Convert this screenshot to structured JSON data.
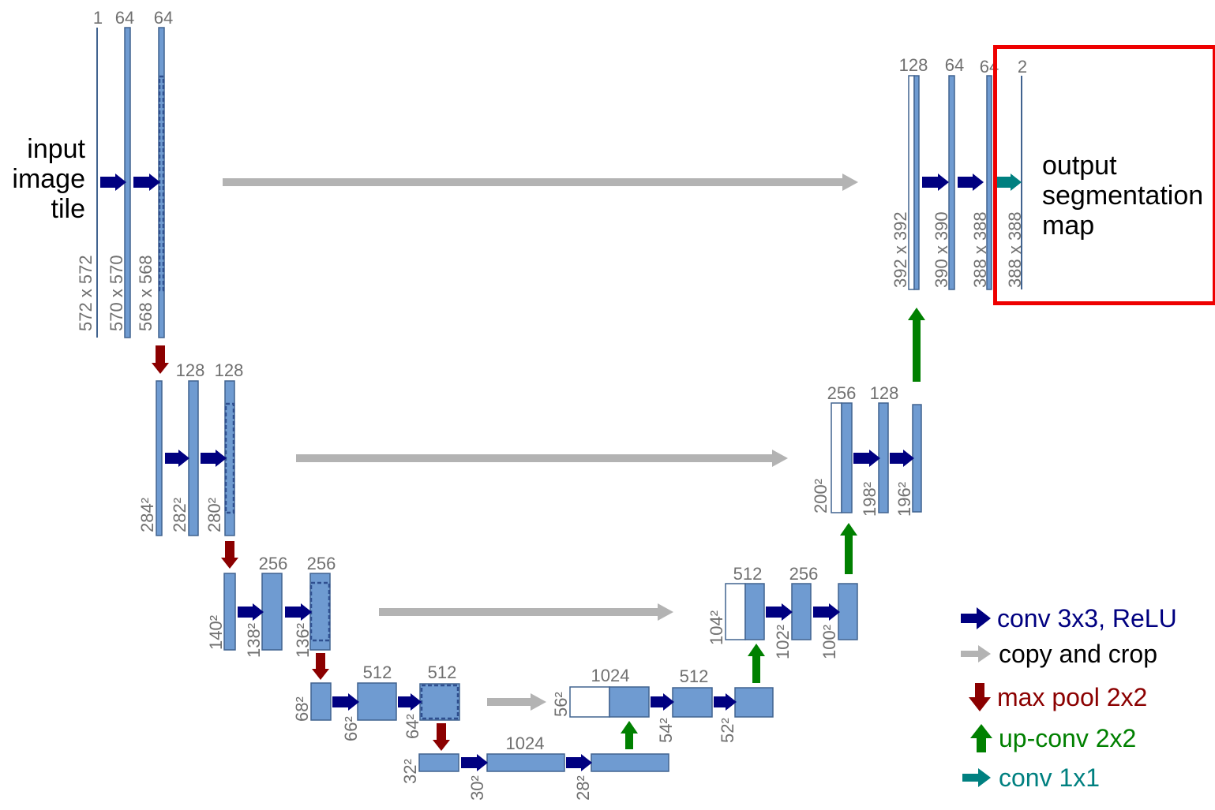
{
  "labels": {
    "input": [
      "input",
      "image",
      "tile"
    ],
    "output": [
      "output",
      "segmentation",
      "map"
    ]
  },
  "colors": {
    "block_fill": "#6f9bd1",
    "block_stroke": "#41638f",
    "conv": "#000080",
    "copy": "#b3b3b3",
    "pool": "#8b0000",
    "upconv": "#008000",
    "conv1x1": "#008080",
    "label_grey": "#707070",
    "highlight": "#ee0000"
  },
  "legend": [
    {
      "label": "conv 3x3, ReLU",
      "arrow": "right",
      "color": "#000080",
      "icon": "conv-arrow-icon"
    },
    {
      "label": "copy and crop",
      "arrow": "right",
      "color": "#b3b3b3",
      "icon": "copy-arrow-icon"
    },
    {
      "label": "max pool 2x2",
      "arrow": "down",
      "color": "#8b0000",
      "icon": "pool-arrow-icon"
    },
    {
      "label": "up-conv 2x2",
      "arrow": "up",
      "color": "#008000",
      "icon": "upconv-arrow-icon"
    },
    {
      "label": "conv 1x1",
      "arrow": "right",
      "color": "#008080",
      "icon": "conv1x1-arrow-icon"
    }
  ],
  "blocks": [
    {
      "id": "e1a",
      "channels": "1",
      "size": "572 x 572"
    },
    {
      "id": "e1b",
      "channels": "64",
      "size": "570 x 570"
    },
    {
      "id": "e1c",
      "channels": "64",
      "size": "568 x 568"
    },
    {
      "id": "e2a",
      "channels": "",
      "size": "284²"
    },
    {
      "id": "e2b",
      "channels": "128",
      "size": "282²"
    },
    {
      "id": "e2c",
      "channels": "128",
      "size": "280²"
    },
    {
      "id": "e3a",
      "channels": "",
      "size": "140²"
    },
    {
      "id": "e3b",
      "channels": "256",
      "size": "138²"
    },
    {
      "id": "e3c",
      "channels": "256",
      "size": "136²"
    },
    {
      "id": "e4a",
      "channels": "",
      "size": "68²"
    },
    {
      "id": "e4b",
      "channels": "512",
      "size": "66²"
    },
    {
      "id": "e4c",
      "channels": "512",
      "size": "64²"
    },
    {
      "id": "b1",
      "channels": "",
      "size": "32²"
    },
    {
      "id": "b2",
      "channels": "1024",
      "size": "30²"
    },
    {
      "id": "b3",
      "channels": "",
      "size": "28²"
    },
    {
      "id": "d4a",
      "channels": "1024",
      "size": "56²"
    },
    {
      "id": "d4b",
      "channels": "512",
      "size": "54²"
    },
    {
      "id": "d4c",
      "channels": "",
      "size": "52²"
    },
    {
      "id": "d3a",
      "channels": "512",
      "size": "104²"
    },
    {
      "id": "d3b",
      "channels": "256",
      "size": "102²"
    },
    {
      "id": "d3c",
      "channels": "",
      "size": "100²"
    },
    {
      "id": "d2a",
      "channels": "256",
      "size": "200²"
    },
    {
      "id": "d2b",
      "channels": "128",
      "size": "198²"
    },
    {
      "id": "d2c",
      "channels": "",
      "size": "196²"
    },
    {
      "id": "d1a",
      "channels": "128",
      "size": "392 x 392"
    },
    {
      "id": "d1b",
      "channels": "64",
      "size": "390 x 390"
    },
    {
      "id": "d1c",
      "channels": "64",
      "size": "388 x 388"
    },
    {
      "id": "out",
      "channels": "2",
      "size": "388 x 388"
    }
  ]
}
